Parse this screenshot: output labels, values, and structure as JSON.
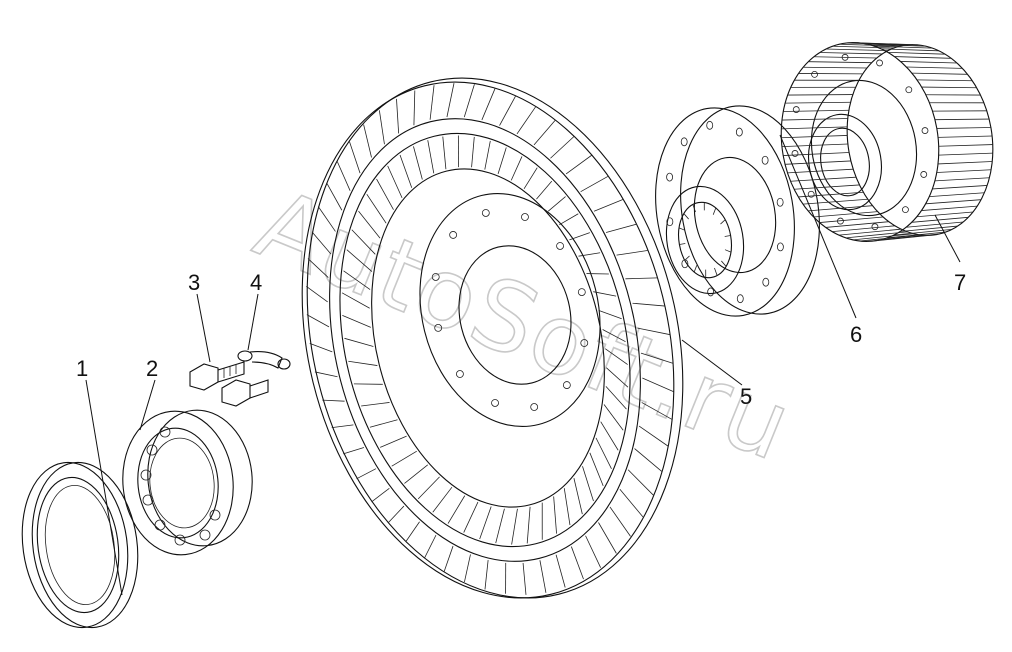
{
  "watermark": "AutoSoft.ru",
  "callouts": [
    "1",
    "2",
    "3",
    "4",
    "5",
    "6",
    "7"
  ],
  "parts": [
    "seal-ring",
    "ball-bearing",
    "bolt",
    "lock-washer",
    "turbine-wheel",
    "hub",
    "splined-drum"
  ]
}
